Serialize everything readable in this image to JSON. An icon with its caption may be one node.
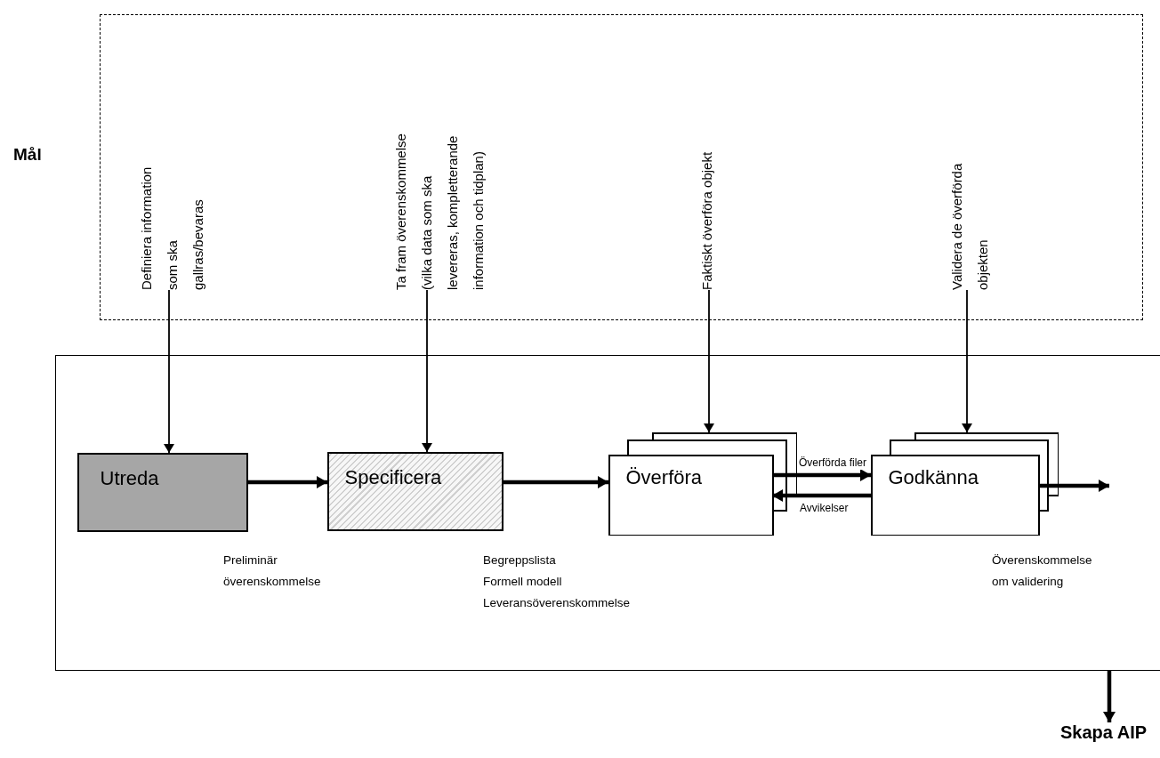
{
  "diagram": {
    "nodes": [
      {
        "text": [
          "Mål"
        ]
      },
      {
        "text": [
          "Definiera information som ska gallras/bevaras"
        ],
        "in": 0
      },
      {
        "text": [
          "Ta fram överenskommelse (vilka data som ska levereras, kompletterande information och tidplan)"
        ],
        "in": 0
      },
      {
        "text": [
          "Faktiskt överföra objekt"
        ],
        "in": 0
      },
      {
        "text": [
          "Validera de överförda objekten"
        ],
        "in": 0
      },
      {
        "text": [],
        "shape": "box"
      },
      {
        "text": [
          "Utreda"
        ],
        "in": 5
      },
      {
        "text": [
          "Specificera"
        ],
        "in": 5
      },
      {
        "text": [
          "Överföra"
        ],
        "in": 5
      },
      {
        "text": [
          "Godkänna"
        ],
        "in": 5
      },
      {
        "text": [
          "Skapa AIP"
        ]
      }
    ],
    "edges": [
      {
        "from": 1,
        "to": 6,
        "arrow": "to"
      },
      {
        "from": 2,
        "to": 7,
        "arrow": "to"
      },
      {
        "from": 3,
        "to": 8,
        "arrow": "to"
      },
      {
        "from": 4,
        "to": 9,
        "arrow": "to"
      },
      {
        "from": 6,
        "to": 7,
        "arrow": "to"
      },
      {
        "from": 7,
        "to": 8,
        "arrow": "to"
      },
      {
        "from": 8,
        "to": 9,
        "arrow": "to",
        "label": "Överförda filer"
      },
      {
        "from": 9,
        "to": 8,
        "arrow": "to",
        "label": "Avvikelser"
      },
      {
        "from": 9,
        "to": null,
        "arrow": "to"
      },
      {
        "from": 5,
        "to": 10,
        "arrow": "to"
      }
    ],
    "labels": [
      "Preliminär överenskommelse",
      "Begreppslista",
      "Formell modell",
      "Leveransöverenskommelse",
      "Överenskommelse om validering"
    ]
  }
}
